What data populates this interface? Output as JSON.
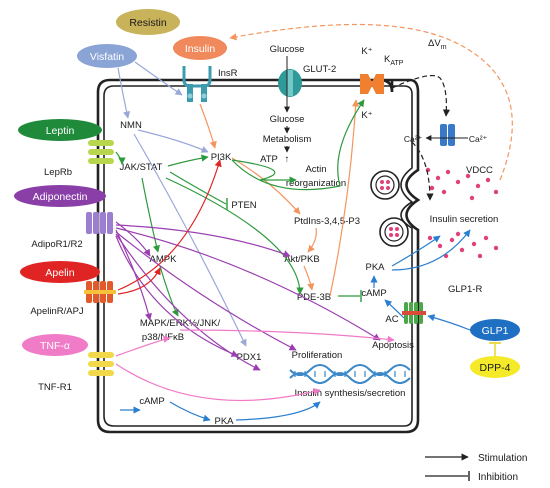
{
  "ligands": {
    "resistin": "Resistin",
    "insulin": "Insulin",
    "visfatin": "Visfatin",
    "leptin": "Leptin",
    "adiponectin": "Adiponectin",
    "apelin": "Apelin",
    "tnf": "TNF-α",
    "glp1": "GLP1",
    "dpp4": "DPP-4"
  },
  "receptors": {
    "insr": "InsR",
    "lepr": "LepRb",
    "adipor": "AdipoR1/R2",
    "apj": "ApelinR/APJ",
    "tnfr": "TNF-R1",
    "glp1r": "GLP1-R",
    "glut2": "GLUT-2",
    "vdcc": "VDCC"
  },
  "molecules": {
    "glucose_out": "Glucose",
    "glucose_in": "Glucose",
    "metabolism": "Metabolism",
    "atp": "ATP",
    "up_arrow": "↑",
    "nmn": "NMN",
    "jak_stat": "JAK/STAT",
    "pi3k": "PI3K",
    "pten": "PTEN",
    "actin_1": "Actin",
    "actin_2": "reorganization",
    "ptdins": "PtdIns-3,4,5-P3",
    "ampk": "AMPK",
    "akt": "Akt/PKB",
    "pde3b": "PDE-3B",
    "mapk_1": "MAPK/ERK½/JNK/",
    "mapk_2": "p38/NFκB",
    "pdx1": "PDX1",
    "proliferation": "Proliferation",
    "apoptosis": "Apoptosis",
    "insulin_synth": "Insulin synthesis/secretion",
    "camp_bottom": "cAMP",
    "pka_bottom": "PKA",
    "pka_right": "PKA",
    "camp_right": "cAMP",
    "ac": "AC",
    "insulin_secretion": "Insulin secretion",
    "k_plus_top": "K⁺",
    "k_plus_bottom": "K⁺",
    "katp": "K",
    "katp_sub": "ATP",
    "delta_vm": "ΔV",
    "delta_vm_sub": "m",
    "ca_in": "Ca²⁺",
    "ca_out": "Ca²⁺"
  },
  "legend": {
    "stimulation": "Stimulation",
    "inhibition": "Inhibition"
  },
  "colors": {
    "resistin": "#c8b25a",
    "insulin": "#f08a5d",
    "visfatin": "#8aa4d6",
    "leptin": "#1e8a3a",
    "adiponectin": "#8a3fa8",
    "apelin": "#e02424",
    "tnf": "#f07cc8",
    "glp1": "#1f6fc2",
    "dpp4": "#f4ea2a",
    "green_path": "#2e9a3e",
    "purple_path": "#9b3fb0",
    "red_path": "#e02424",
    "pink_path": "#f07cc8",
    "blue_path": "#2a7fd0",
    "orange_path": "#f4955e",
    "lilac_path": "#9aa8d8",
    "granule": "#e0407a"
  }
}
